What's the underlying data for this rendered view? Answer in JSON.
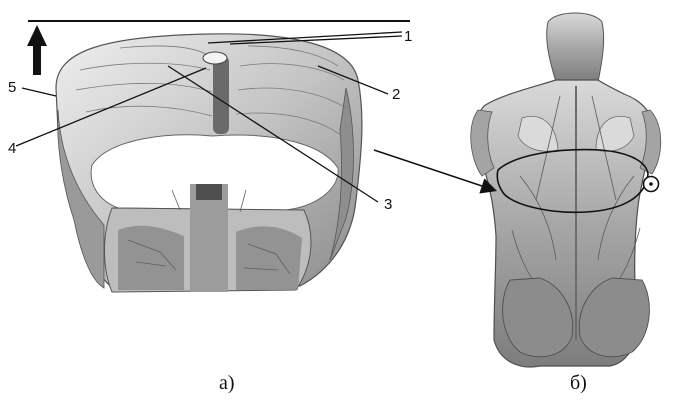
{
  "figure": {
    "panel_a": {
      "caption": "а)",
      "callouts": [
        "1",
        "2",
        "3",
        "4",
        "5"
      ]
    },
    "panel_b": {
      "caption": "б)",
      "marker_symbol": "⊙"
    }
  },
  "colors": {
    "ink": "#111111",
    "tissue_light": "#e8e8e8",
    "tissue_mid": "#b9b9b9",
    "tissue_dark": "#6f6f6f",
    "background": "#ffffff"
  }
}
